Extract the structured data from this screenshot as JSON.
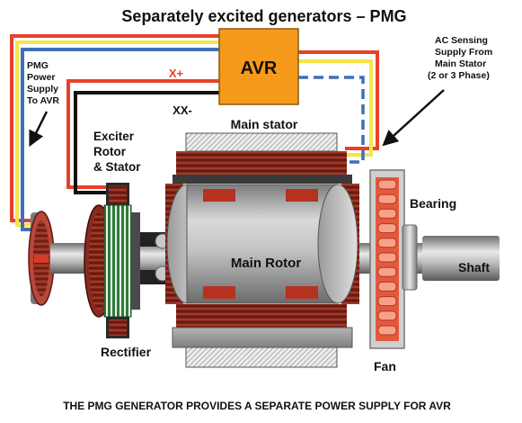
{
  "title": "Separately excited generators – PMG",
  "avr_label": "AVR",
  "x_plus": "X+",
  "xx_minus": "XX-",
  "pmg_label": [
    "PMG",
    "Power",
    "Supply",
    "To AVR"
  ],
  "ac_sensing": [
    "AC Sensing",
    "Supply From",
    "Main Stator",
    "(2 or 3 Phase)"
  ],
  "main_stator": "Main stator",
  "exciter": [
    "Exciter",
    "Rotor",
    "& Stator"
  ],
  "main_rotor": "Main Rotor",
  "bearing": "Bearing",
  "shaft": "Shaft",
  "rectifier": "Rectifier",
  "fan": "Fan",
  "footer": "THE PMG GENERATOR PROVIDES A SEPARATE POWER SUPPLY FOR  AVR",
  "colors": {
    "avr_fill": "#f59a1b",
    "wire_red": "#e8412a",
    "wire_yellow": "#f2e64a",
    "wire_blue": "#3f6fb8",
    "wire_black": "#111111",
    "winding": "#8a2a1e",
    "core_grey": "#9a9a9a"
  }
}
